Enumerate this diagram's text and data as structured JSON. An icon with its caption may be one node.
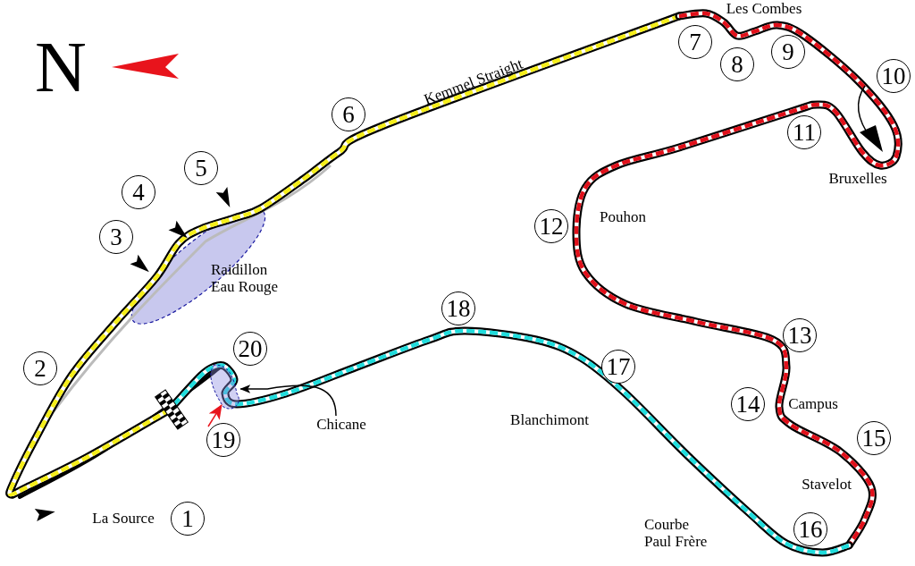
{
  "diagram": {
    "nodes": [
      {
        "text": [
          "1"
        ]
      },
      {
        "text": [
          "2"
        ]
      },
      {
        "text": [
          "3"
        ]
      },
      {
        "text": [
          "4"
        ]
      },
      {
        "text": [
          "5"
        ]
      },
      {
        "text": [
          "6"
        ]
      },
      {
        "text": [
          "7"
        ]
      },
      {
        "text": [
          "8"
        ]
      },
      {
        "text": [
          "9"
        ]
      },
      {
        "text": [
          "10"
        ]
      },
      {
        "text": [
          "11"
        ]
      },
      {
        "text": [
          "12"
        ]
      },
      {
        "text": [
          "13"
        ]
      },
      {
        "text": [
          "14"
        ]
      },
      {
        "text": [
          "15"
        ]
      },
      {
        "text": [
          "16"
        ]
      },
      {
        "text": [
          "17"
        ]
      },
      {
        "text": [
          "18"
        ]
      },
      {
        "text": [
          "19"
        ]
      },
      {
        "text": [
          "20"
        ]
      },
      {
        "text": [
          "Chicane"
        ]
      },
      {
        "text": [],
        "shape": "circle"
      }
    ],
    "edges": [
      {
        "from": 20,
        "to": 21,
        "arrow": "to"
      },
      {
        "from": 18,
        "to": 21,
        "arrow": "to",
        "color": "#e8141c"
      }
    ],
    "labels": [
      "N",
      "Les Combes",
      "Kemmel Straight",
      "Bruxelles",
      "Pouhon",
      "Raidillon Eau Rouge",
      "Campus",
      "Stavelot",
      "Blanchimont",
      "Courbe Paul Frère",
      "La Source"
    ]
  }
}
